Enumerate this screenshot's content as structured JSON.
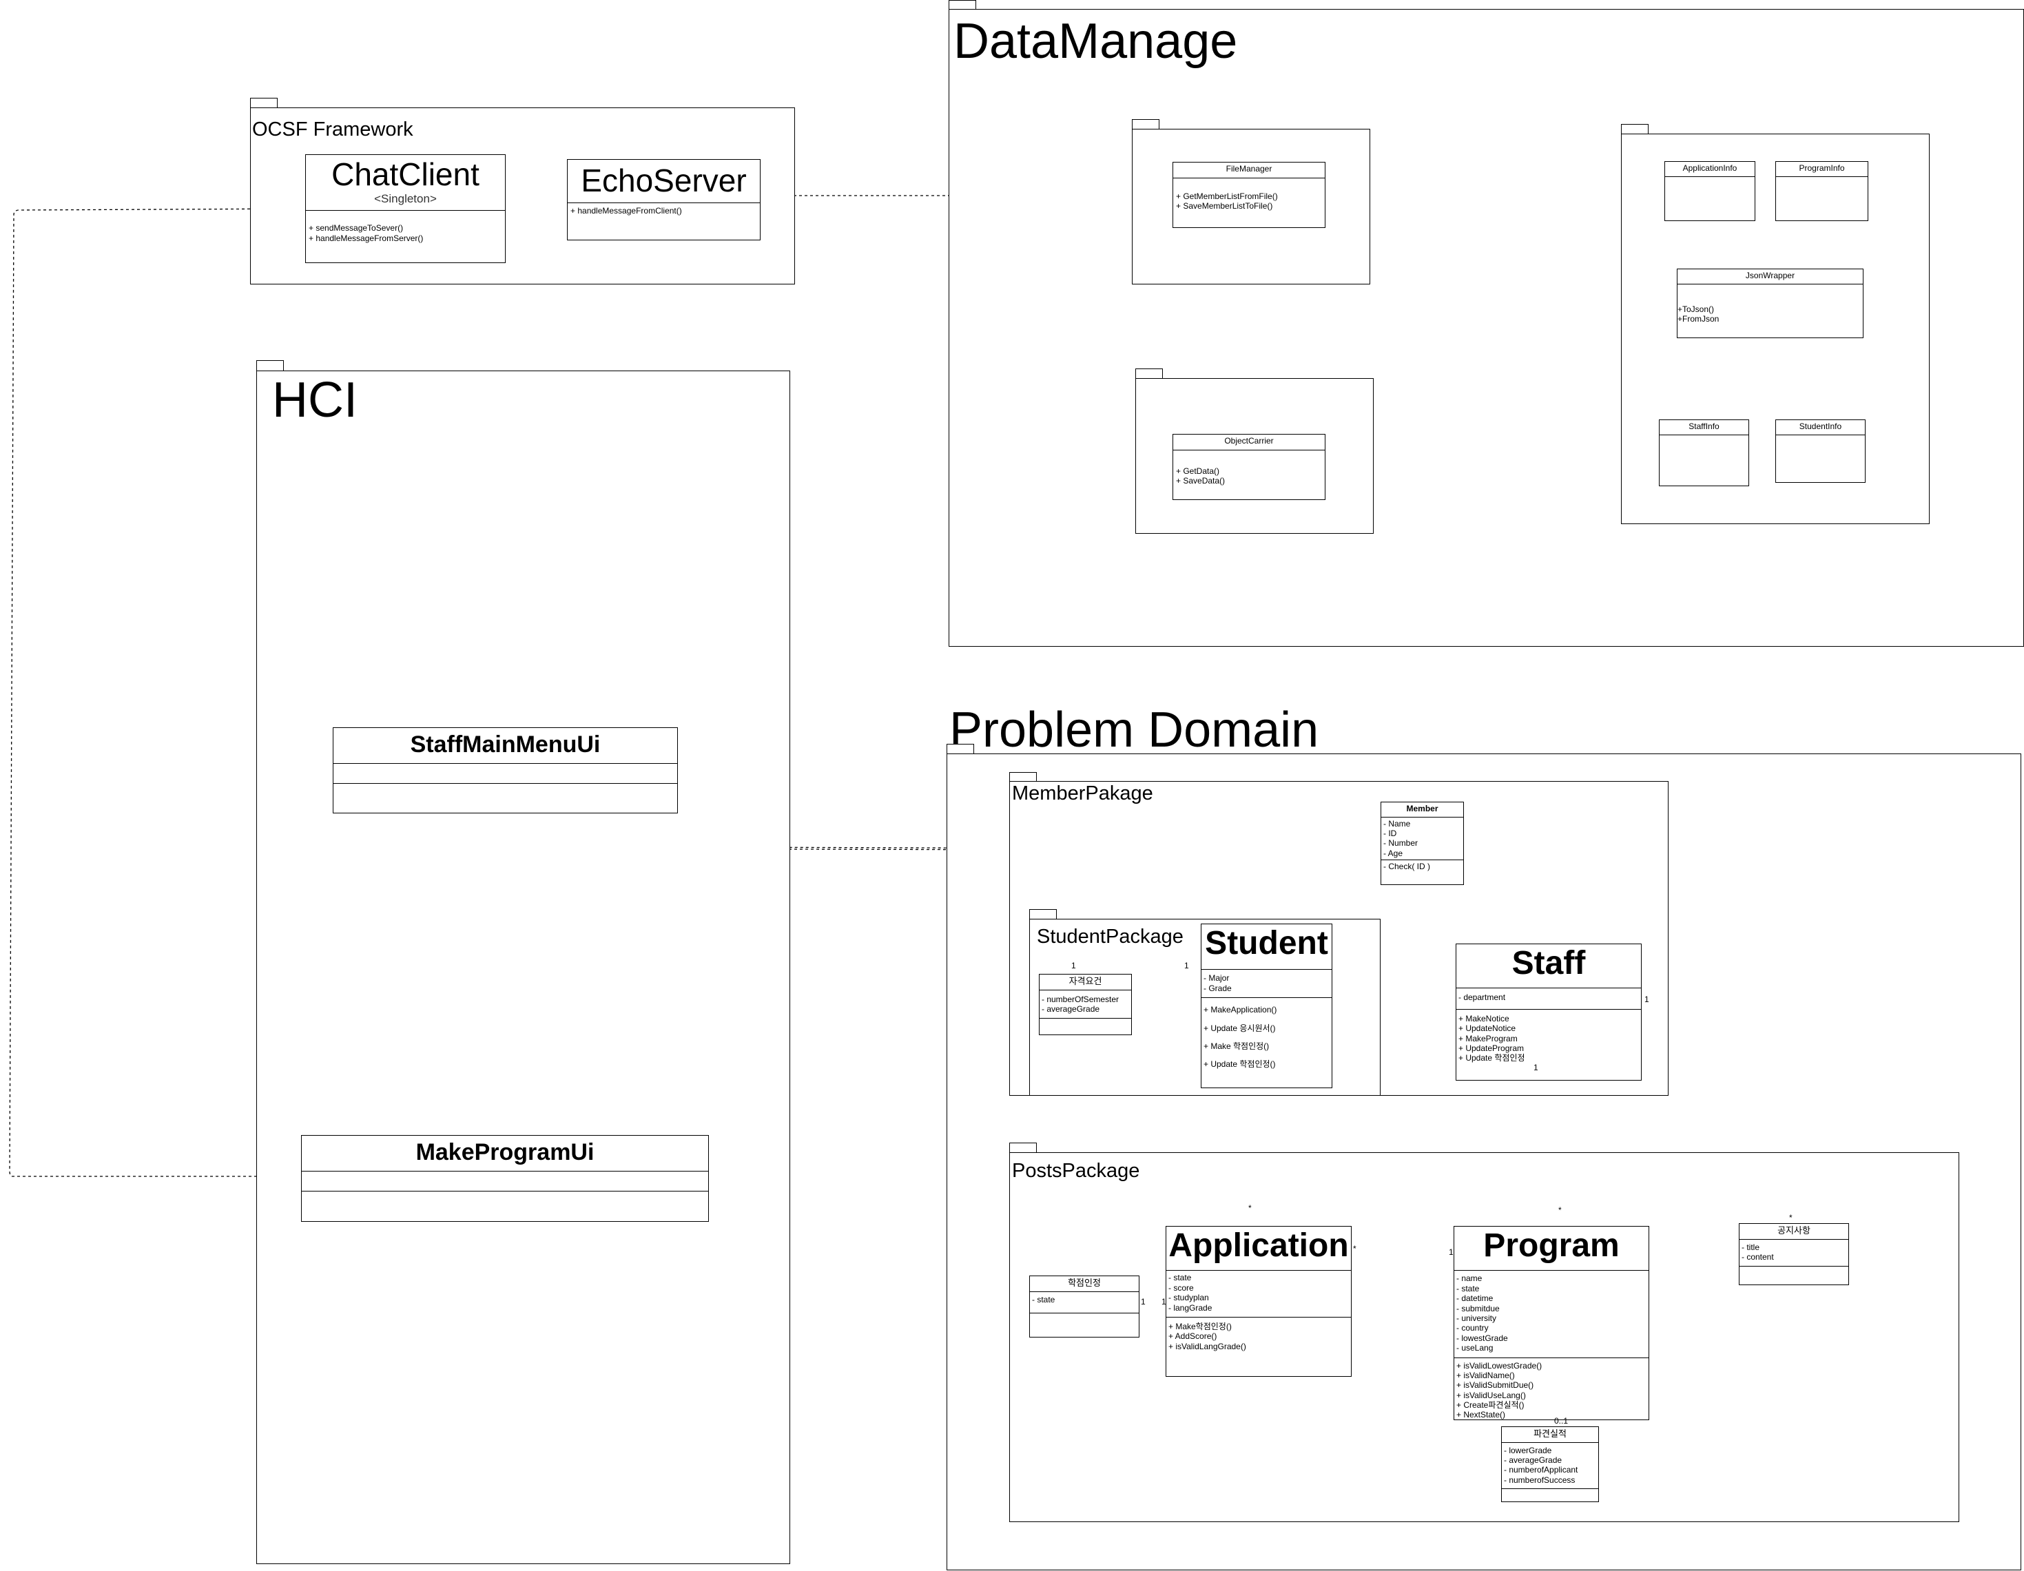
{
  "packages": {
    "ocsf": "OCSF Framework",
    "data_manage": "DataManage",
    "hci": "HCI",
    "problem_domain": "Problem Domain",
    "member_package": "MemberPakage",
    "student_package": "StudentPackage",
    "posts_package": "PostsPackage"
  },
  "classes": {
    "chat_client": {
      "name": "ChatClient",
      "stereotype": "<Singleton>",
      "operations": [
        "+ sendMessageToSever()",
        "+ handleMessageFromServer()"
      ]
    },
    "echo_server": {
      "name": "EchoServer",
      "operations": [
        "+ handleMessageFromClient()"
      ]
    },
    "file_manager": {
      "name": "FileManager",
      "operations": [
        "+ GetMemberListFromFile()",
        "+ SaveMemberListToFile()"
      ]
    },
    "object_carrier": {
      "name": "ObjectCarrier",
      "operations": [
        "+ GetData()",
        "+ SaveData()"
      ]
    },
    "application_info": {
      "name": "ApplicationInfo"
    },
    "program_info": {
      "name": "ProgramInfo"
    },
    "json_wrapper": {
      "name": "JsonWrapper",
      "operations": [
        "+ToJson()",
        "+FromJson"
      ]
    },
    "staff_info": {
      "name": "StaffInfo"
    },
    "student_info": {
      "name": "StudentInfo"
    },
    "staff_main_menu_ui": {
      "name": "StaffMainMenuUi"
    },
    "make_program_ui": {
      "name": "MakeProgramUi"
    },
    "member": {
      "name": "Member",
      "attributes": [
        "- Name",
        "- ID",
        "- Number",
        "- Age"
      ],
      "operations": [
        "- Check( ID )"
      ]
    },
    "student": {
      "name": "Student",
      "attributes": [
        "- Major",
        "- Grade"
      ],
      "operations": [
        "+ MakeApplication()",
        "+ Update 응시원서()",
        "+ Make 학점인정()",
        "+ Update 학점인정()"
      ]
    },
    "qualification": {
      "name": "자격요건",
      "attributes": [
        "- numberOfSemester",
        "- averageGrade"
      ]
    },
    "staff": {
      "name": "Staff",
      "attributes": [
        "- department"
      ],
      "operations": [
        "+ MakeNotice",
        "+ UpdateNotice",
        "+ MakeProgram",
        "+ UpdateProgram",
        "+ Update 학점인정"
      ]
    },
    "application": {
      "name": "Application",
      "attributes": [
        "- state",
        "- score",
        "- studyplan",
        "- langGrade"
      ],
      "operations": [
        "+ Make학점인정()",
        "+ AddScore()",
        "+ isValidLangGrade()"
      ]
    },
    "credit_recognition": {
      "name": "학점인정",
      "attributes": [
        "- state"
      ]
    },
    "program": {
      "name": "Program",
      "attributes": [
        "- name",
        "- state",
        "- datetime",
        "- submitdue",
        "- university",
        "- country",
        "- lowestGrade",
        "- useLang"
      ],
      "operations": [
        "+ isValidLowestGrade()",
        "+ isValidName()",
        "+ isValidSubmitDue()",
        "+ isValidUseLang()",
        "+ Create파견실적()",
        "+ NextState()"
      ]
    },
    "dispatch_record": {
      "name": "파견실적",
      "attributes": [
        "- lowerGrade",
        "- averageGrade",
        "- numberofApplicant",
        "- numberofSuccess"
      ]
    },
    "notice": {
      "name": "공지사항",
      "attributes": [
        "- title",
        "- content"
      ]
    }
  },
  "multiplicities": {
    "qual_left": "1",
    "qual_right": "1",
    "staff_notice": "1",
    "staff_program": "1",
    "student_application": "*",
    "program_from_staff": "*",
    "notice_from_staff": "*",
    "credit_side": "1",
    "application_credit_side": "1",
    "application_program": "*",
    "program_application": "1",
    "program_dispatch": "0..1"
  }
}
